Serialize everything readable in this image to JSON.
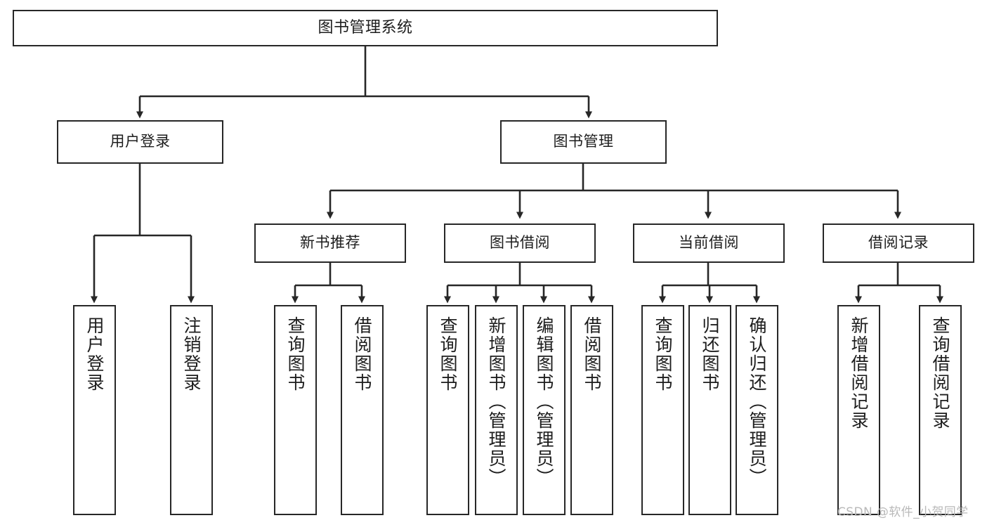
{
  "diagram": {
    "type": "tree-hierarchy",
    "title": "图书管理系统",
    "watermark": "CSDN @软件_小贺同学",
    "colors": {
      "stroke": "#272727",
      "fill": "#ffffff",
      "text": "#1d1d1d",
      "watermark": "#b9b9b9"
    },
    "nodes": {
      "root": {
        "label": "图书管理系统",
        "orientation": "horizontal"
      },
      "user_login": {
        "label": "用户登录",
        "orientation": "horizontal"
      },
      "book_manage": {
        "label": "图书管理",
        "orientation": "horizontal"
      },
      "new_book_rec": {
        "label": "新书推荐",
        "orientation": "horizontal"
      },
      "book_borrow": {
        "label": "图书借阅",
        "orientation": "horizontal"
      },
      "current_borrow": {
        "label": "当前借阅",
        "orientation": "horizontal"
      },
      "borrow_record": {
        "label": "借阅记录",
        "orientation": "horizontal"
      },
      "leaf_user_login": {
        "label": "用户登录",
        "orientation": "vertical"
      },
      "leaf_logout": {
        "label": "注销登录",
        "orientation": "vertical"
      },
      "leaf_query_book_1": {
        "label": "查询图书",
        "orientation": "vertical"
      },
      "leaf_borrow_book_1": {
        "label": "借阅图书",
        "orientation": "vertical"
      },
      "leaf_query_book_2": {
        "label": "查询图书",
        "orientation": "vertical"
      },
      "leaf_add_book": {
        "label": "新增图书（管理员）",
        "orientation": "vertical"
      },
      "leaf_edit_book": {
        "label": "编辑图书（管理员）",
        "orientation": "vertical"
      },
      "leaf_borrow_book_2": {
        "label": "借阅图书",
        "orientation": "vertical"
      },
      "leaf_query_book_3": {
        "label": "查询图书",
        "orientation": "vertical"
      },
      "leaf_return_book": {
        "label": "归还图书",
        "orientation": "vertical"
      },
      "leaf_confirm_return": {
        "label": "确认归还（管理员）",
        "orientation": "vertical"
      },
      "leaf_add_record": {
        "label": "新增借阅记录",
        "orientation": "vertical"
      },
      "leaf_query_record": {
        "label": "查询借阅记录",
        "orientation": "vertical"
      }
    },
    "edges": [
      {
        "from": "root",
        "to": "user_login"
      },
      {
        "from": "root",
        "to": "book_manage"
      },
      {
        "from": "user_login",
        "to": "leaf_user_login"
      },
      {
        "from": "user_login",
        "to": "leaf_logout"
      },
      {
        "from": "book_manage",
        "to": "new_book_rec"
      },
      {
        "from": "book_manage",
        "to": "book_borrow"
      },
      {
        "from": "book_manage",
        "to": "current_borrow"
      },
      {
        "from": "book_manage",
        "to": "borrow_record"
      },
      {
        "from": "new_book_rec",
        "to": "leaf_query_book_1"
      },
      {
        "from": "new_book_rec",
        "to": "leaf_borrow_book_1"
      },
      {
        "from": "book_borrow",
        "to": "leaf_query_book_2"
      },
      {
        "from": "book_borrow",
        "to": "leaf_add_book"
      },
      {
        "from": "book_borrow",
        "to": "leaf_edit_book"
      },
      {
        "from": "book_borrow",
        "to": "leaf_borrow_book_2"
      },
      {
        "from": "current_borrow",
        "to": "leaf_query_book_3"
      },
      {
        "from": "current_borrow",
        "to": "leaf_return_book"
      },
      {
        "from": "current_borrow",
        "to": "leaf_confirm_return"
      },
      {
        "from": "borrow_record",
        "to": "leaf_add_record"
      },
      {
        "from": "borrow_record",
        "to": "leaf_query_record"
      }
    ]
  }
}
